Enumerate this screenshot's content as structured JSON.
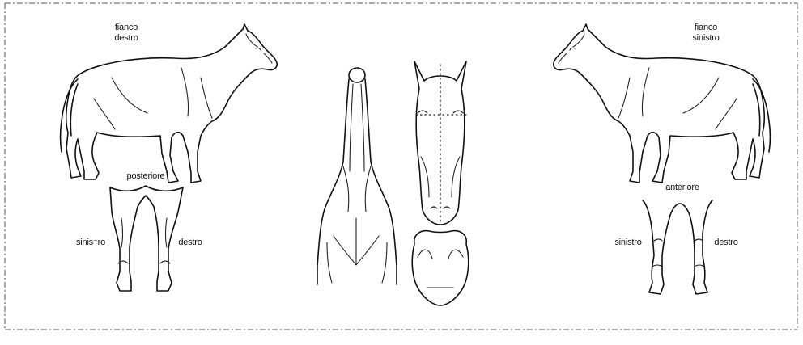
{
  "labels": {
    "right_flank": "fianco\ndestro",
    "left_flank": "fianco\nsinistro",
    "posterior": "posteriore",
    "anterior": "anteriore",
    "rear_left": "sinis⁻ro",
    "rear_right": "destro",
    "front_left": "sinistro",
    "front_right": "destro"
  },
  "colors": {
    "ink": "#111111",
    "paper": "#ffffff",
    "frame": "#555555"
  }
}
